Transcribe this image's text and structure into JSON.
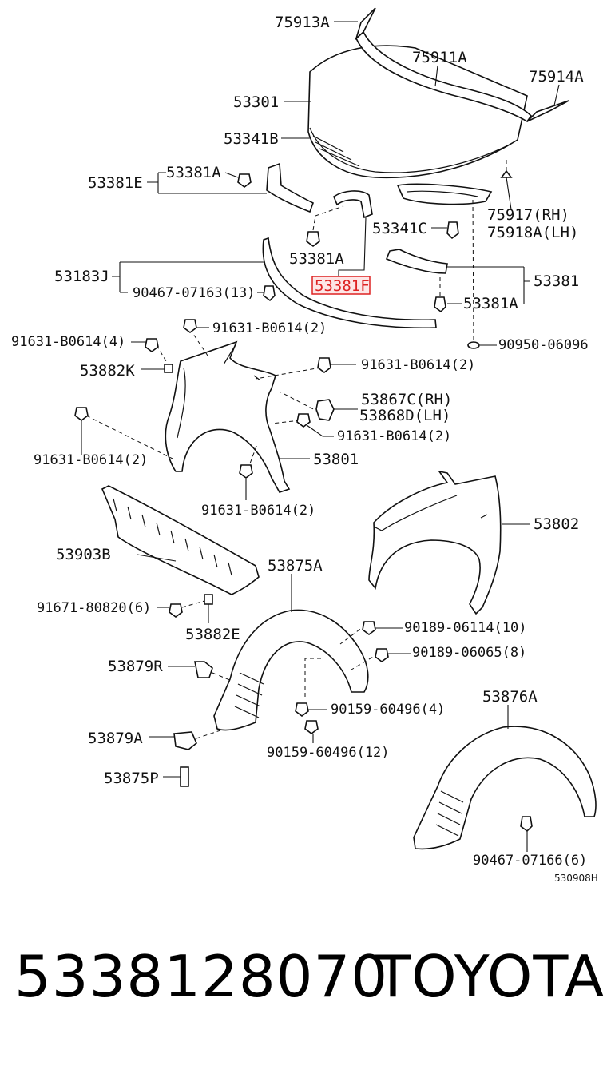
{
  "diagram": {
    "labels": {
      "l75913A": "75913A",
      "l75911A": "75911A",
      "l75914A": "75914A",
      "l53301": "53301",
      "l53341B": "53341B",
      "l53381E": "53381E",
      "l53381A_1": "53381A",
      "l75917": "75917(RH)",
      "l75918A": "75918A(LH)",
      "l53341C": "53341C",
      "l53381A_2": "53381A",
      "l53183J": "53183J",
      "l53381F": "53381F",
      "l53381": "53381",
      "l90467_163": "90467-07163(13)",
      "l53381A_3": "53381A",
      "l91631_4": "91631-B0614(4)",
      "l91631_2a": "91631-B0614(2)",
      "l90950": "90950-06096",
      "l53882K": "53882K",
      "l91631_2b": "91631-B0614(2)",
      "l53867C": "53867C(RH)",
      "l53868D": "53868D(LH)",
      "l91631_2c": "91631-B0614(2)",
      "l91631_2d": "91631-B0614(2)",
      "l53801": "53801",
      "l91631_2e": "91631-B0614(2)",
      "l53802": "53802",
      "l53903B": "53903B",
      "l53875A": "53875A",
      "l91671": "91671-80820(6)",
      "l53882E": "53882E",
      "l90189_114": "90189-06114(10)",
      "l90189_065": "90189-06065(8)",
      "l53879R": "53879R",
      "l90159_4": "90159-60496(4)",
      "l53876A": "53876A",
      "l53879A": "53879A",
      "l90159_12": "90159-60496(12)",
      "l53875P": "53875P",
      "l90467_166": "90467-07166(6)",
      "code": "530908H"
    },
    "highlight_color": "#dd2222"
  },
  "footer": {
    "part_number": "5338128070",
    "brand": "TOYOTA"
  }
}
